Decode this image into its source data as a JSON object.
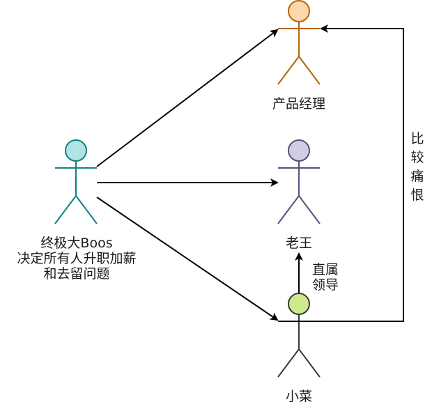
{
  "actors": {
    "boss": {
      "name": "终极大Boos",
      "desc_line1": "决定所有人升职加薪",
      "desc_line2": "和去留问题",
      "fill": "#b0e3e6",
      "stroke": "#0e8088"
    },
    "pm": {
      "name": "产品经理",
      "fill": "#fad7ac",
      "stroke": "#b46504"
    },
    "wang": {
      "name": "老王",
      "fill": "#d0cee2",
      "stroke": "#56517e"
    },
    "newbie": {
      "name": "小菜",
      "fill": "#cdeb8b",
      "stroke": "#36393d"
    }
  },
  "edges": {
    "direct_leader": {
      "line1": "直属",
      "line2": "领导"
    },
    "compare": {
      "chars": [
        "比",
        "较",
        "痛",
        "恨"
      ]
    }
  }
}
